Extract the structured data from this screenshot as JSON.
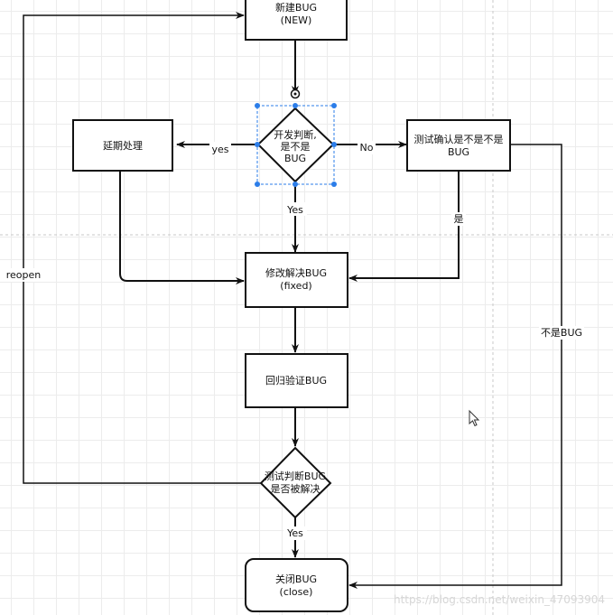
{
  "diagram": {
    "nodes": {
      "new_bug": {
        "line1": "新建BUG",
        "line2": "(NEW)"
      },
      "dev_decision": {
        "line1": "开发判断,",
        "line2": "是不是",
        "line3": "BUG"
      },
      "delay": {
        "label": "延期处理"
      },
      "test_confirm": {
        "line1": "测试确认是不是不是",
        "line2": "BUG"
      },
      "fix": {
        "line1": "修改解决BUG",
        "line2": "(fixed)"
      },
      "regression": {
        "label": "回归验证BUG"
      },
      "test_resolved": {
        "line1": "测试判断BUG",
        "line2": "是否被解决"
      },
      "close": {
        "line1": "关闭BUG",
        "line2": "(close)"
      }
    },
    "edges": {
      "yes_delay": "yes",
      "no_confirm": "No",
      "yes_fix": "Yes",
      "is_bug": "是",
      "not_bug": "不是BUG",
      "reopen": "reopen",
      "yes_close": "Yes"
    }
  },
  "watermark": "https://blog.csdn.net/weixin_47093904",
  "colors": {
    "stroke": "#111111",
    "selection": "#2b7de9",
    "grid": "#ececec"
  }
}
